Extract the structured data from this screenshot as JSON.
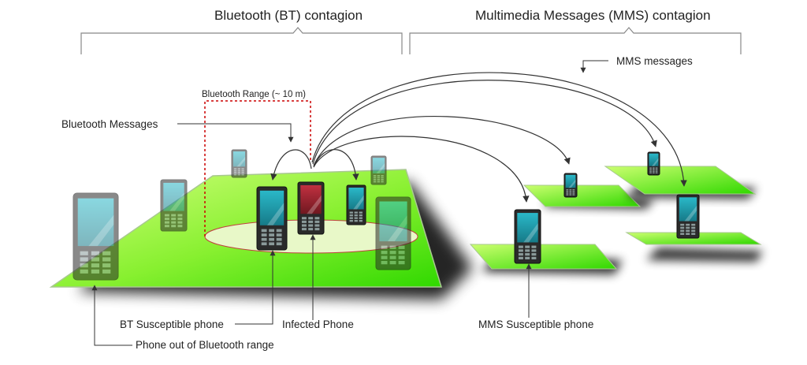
{
  "sections": {
    "bt": "Bluetooth (BT) contagion",
    "mms": "Multimedia Messages (MMS) contagion"
  },
  "labels": {
    "bt_range": "Bluetooth Range (~ 10 m)",
    "bt_messages": "Bluetooth Messages",
    "mms_messages": "MMS messages",
    "bt_susceptible": "BT Susceptible phone",
    "infected": "Infected Phone",
    "out_of_range": "Phone out of Bluetooth range",
    "mms_susceptible": "MMS Susceptible phone"
  },
  "colors": {
    "plane_light": "#ccff66",
    "plane_dark": "#22dd00",
    "screen_susceptible": "#1fb0c0",
    "screen_infected": "#b02a33",
    "range_box": "#cc0000",
    "range_ellipse": "#e8f8c0"
  }
}
